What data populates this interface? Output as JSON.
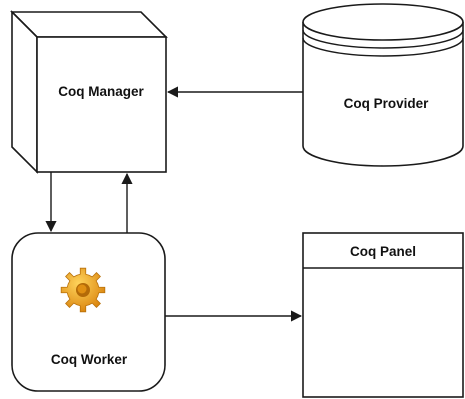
{
  "nodes": {
    "manager": {
      "label": "Coq Manager",
      "shape": "cube"
    },
    "provider": {
      "label": "Coq Provider",
      "shape": "cylinder"
    },
    "worker": {
      "label": "Coq Worker",
      "shape": "rounded-rectangle",
      "icon": "gear-icon"
    },
    "panel": {
      "label": "Coq Panel",
      "shape": "container"
    }
  },
  "edges": [
    {
      "from": "provider",
      "to": "manager"
    },
    {
      "from": "manager",
      "to": "worker"
    },
    {
      "from": "worker",
      "to": "manager"
    },
    {
      "from": "worker",
      "to": "panel"
    }
  ],
  "colors": {
    "stroke": "#1a1a1a",
    "fill": "#ffffff",
    "gear": "#f2a51a",
    "gear_dark": "#c97a0a"
  }
}
